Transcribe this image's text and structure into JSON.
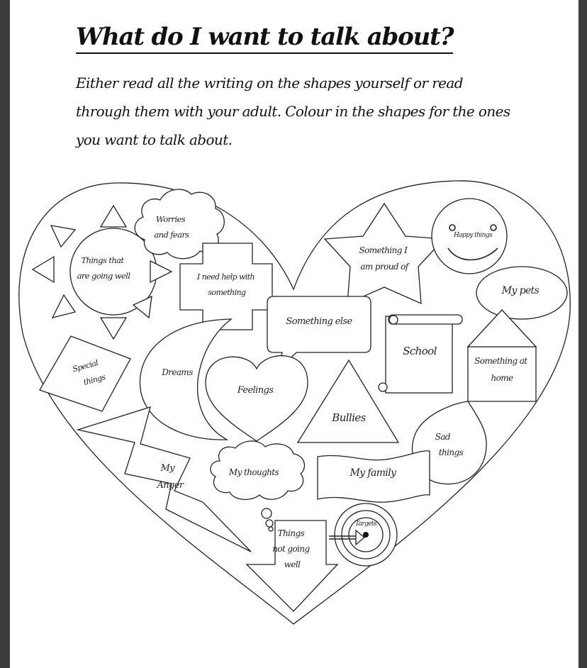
{
  "worksheet": {
    "title": "What do I want to talk about?",
    "instructions": "Either read all the writing on the shapes yourself or read through them with your adult. Colour in the shapes for the ones you want to talk about."
  },
  "shapes": {
    "worries": [
      "Worries",
      "and fears"
    ],
    "going_well": [
      "Things that",
      "are going well"
    ],
    "need_help": [
      "I need help with",
      "something"
    ],
    "proud": [
      "Something I",
      "am proud of"
    ],
    "happy": "Happy things",
    "pets": "My pets",
    "something_else": "Something else",
    "school": "School",
    "home": [
      "Something at",
      "home"
    ],
    "special": [
      "Special",
      "things"
    ],
    "dreams": "Dreams",
    "feelings": "Feelings",
    "bullies": "Bullies",
    "sad": [
      "Sad",
      "things"
    ],
    "anger": [
      "My",
      "Anger"
    ],
    "thoughts": "My thoughts",
    "family": "My family",
    "not_going_well": [
      "Things",
      "not going",
      "well"
    ],
    "targets": "Targets"
  }
}
